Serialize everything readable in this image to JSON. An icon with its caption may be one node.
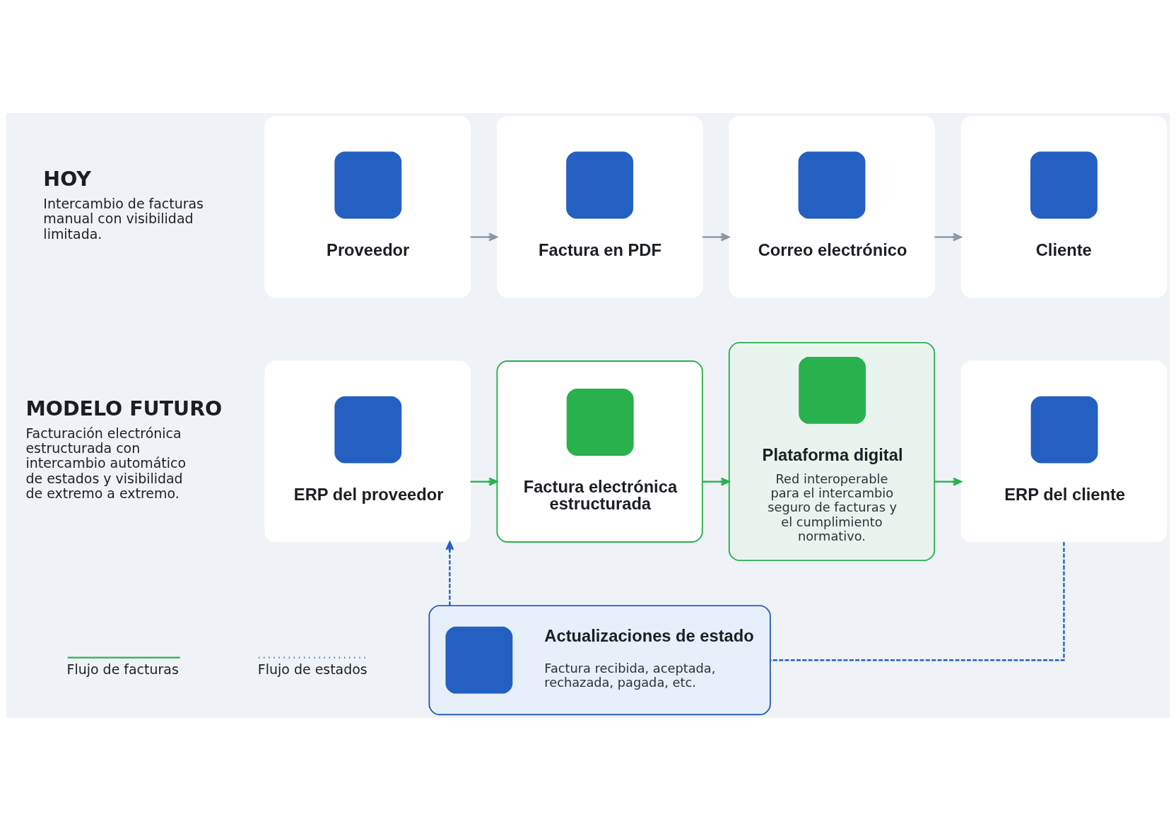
{
  "diagram": {
    "nodes": [
      {
        "text": [
          "Proveedor"
        ]
      },
      {
        "text": [
          "Factura en PDF"
        ]
      },
      {
        "text": [
          "Correo electrónico"
        ]
      },
      {
        "text": [
          "Cliente"
        ]
      },
      {
        "text": [
          "ERP del proveedor"
        ]
      },
      {
        "text": [
          "Factura electrónica estructurada"
        ]
      },
      {
        "text": [
          "Plataforma digital",
          "Red interoperable para el intercambio seguro de facturas y el cumplimiento normativo."
        ]
      },
      {
        "text": [
          "ERP del cliente"
        ]
      },
      {
        "text": [
          "Actualizaciones de estado",
          "Factura recibida, aceptada, rechazada, pagada, etc."
        ]
      }
    ],
    "edges": [
      {
        "from": 0,
        "to": 1,
        "arrow": "to",
        "color": "#8d96a5"
      },
      {
        "from": 1,
        "to": 2,
        "arrow": "to",
        "color": "#8d96a5"
      },
      {
        "from": 2,
        "to": 3,
        "arrow": "to",
        "color": "#8d96a5"
      },
      {
        "from": 4,
        "to": 5,
        "arrow": "to",
        "color": "#28b14c"
      },
      {
        "from": 5,
        "to": 6,
        "arrow": "to",
        "color": "#28b14c"
      },
      {
        "from": 6,
        "to": 7,
        "arrow": "to",
        "color": "#28b14c"
      },
      {
        "from": 7,
        "to": 8,
        "arrow": "none",
        "style": "dashed",
        "color": "#2360c1"
      },
      {
        "from": 8,
        "to": 4,
        "arrow": "to",
        "style": "dashed",
        "color": "#2360c1"
      }
    ],
    "labels": [
      "HOY",
      "Intercambio de facturas manual con visibilidad limitada.",
      "MODELO FUTURO",
      "Facturación electrónica estructurada con intercambio automático de estados y visibilidad de extremo a extremo."
    ],
    "legend": [
      {
        "text": "Flujo de facturas"
      },
      {
        "text": "Flujo de estados"
      }
    ]
  }
}
